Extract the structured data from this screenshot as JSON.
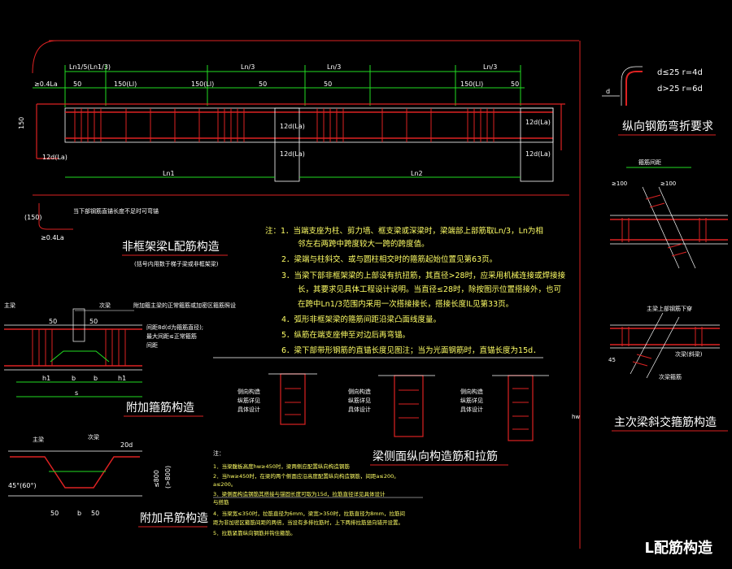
{
  "page_title": "L配筋构造",
  "beam": {
    "top_dims": [
      "Ln1/5(Ln1/3)",
      "Ln/3",
      "Ln/3",
      "Ln/3"
    ],
    "offset_labels": [
      "≥0.4La",
      "50",
      "150(Ll)",
      "150(Ll)",
      "50",
      "50",
      "150(Ll)",
      "50"
    ],
    "dim_150": "150",
    "anchor_labels": [
      "12d(La)",
      "12d(La)",
      "12d(La)",
      "12d(La)",
      "12d(La)"
    ],
    "span_labels": [
      "Ln1",
      "Ln2"
    ],
    "side_dim": "(150)",
    "bottom_dim": "≥0.4La",
    "side_note": "当下部钢筋直锚长度不足时可弯锚",
    "title": "非框架梁L配筋构造",
    "subtitle": "(括号内用数于梯子梁或非框架梁)"
  },
  "bend": {
    "label_d": "d",
    "rules": [
      "d≤25  r=4d",
      "d>25  r=6d"
    ],
    "title": "纵向钢筋弯折要求"
  },
  "cross": {
    "top_labels": [
      "箍筋间距",
      "≥100",
      "≥100"
    ],
    "mid_labels": [
      "主梁上部钢筋下穿",
      "次梁(斜梁)",
      "次梁箍筋"
    ],
    "dim_45": "45",
    "title": "主次梁斜交箍筋构造"
  },
  "notes": {
    "lines": [
      "注：1．当端支座为柱、剪力墙、框支梁或深梁时，梁端部上部筋取Ln/3，Ln为相",
      "邻左右两跨中跨度较大一跨的跨度值。",
      "2．梁端与柱斜交、或与圆柱相交时的箍筋起始位置见第63页。",
      "3．当梁下部非框架梁的上部设有抗扭筋，其直径>28时，应采用机械连接或焊接接",
      "长，其要求见具体工程设计说明。当直径≤28时，除按图示位置搭接外，也可",
      "在跨中Ln1/3范围内采用一次搭接接长，搭接长度lL见第33页。",
      "4．弧形非框架梁的箍筋间距沿梁凸面线度量。",
      "5．纵筋在端支座伸至对边后再弯锚。",
      "6．梁下部带形钢筋的直锚长度见图注；当为光面钢筋时，直锚长度为15d．"
    ]
  },
  "stirrup": {
    "labels": [
      "主梁",
      "次梁"
    ],
    "callout": "附加箍主梁的正常箍筋或加密区箍筋照设",
    "spacing": [
      "间距8d(d为箍筋直径);",
      "最大间距≤正常箍筋",
      "间距"
    ],
    "dims": [
      "50",
      "50"
    ],
    "h_labels": [
      "h1",
      "b",
      "b",
      "h1"
    ],
    "s_label": "s",
    "title": "附加箍筋构造"
  },
  "hanger": {
    "labels": [
      "主梁",
      "次梁"
    ],
    "dim_20d": "20d",
    "angle": "45°(60°)",
    "right_dims": [
      "≤800",
      "(>800)"
    ],
    "bottom_dims": [
      "50",
      "b",
      "50"
    ],
    "title": "附加吊筋构造"
  },
  "side_bars": {
    "left_labels": [
      "侧向构造",
      "纵筋详见",
      "具体设计"
    ],
    "mid_labels": [
      "侧向构造",
      "纵筋详见",
      "具体设计"
    ],
    "right_labels": [
      "侧向构造",
      "纵筋详见",
      "具体设计"
    ],
    "h_label": "hw",
    "title": "梁侧面纵向构造筋和拉筋"
  },
  "bottom_notes": {
    "heading": "注：",
    "lines": [
      "1．当梁腹板高度hw≥450时，梁两侧应配置纵向构造钢筋",
      "2．当hw≥450时，在梁的两个侧面应沿高度配置纵向构造钢筋，间距a≤200。",
      "   a≤200。",
      "3．梁侧面构造钢筋其搭接与锚固长度可取为15d，拉筋直径详见具体设计",
      "   与搭筋",
      "4．当梁宽≤350时，拉筋直径为6mm，梁宽>350时，拉筋直径为8mm，拉筋间",
      "   距为非加密区箍筋间距的两倍，当设有多排拉筋时，上下两排拉筋竖向错开设置。",
      "5．拉筋紧靠纵向钢筋并钩住箍筋。"
    ]
  }
}
